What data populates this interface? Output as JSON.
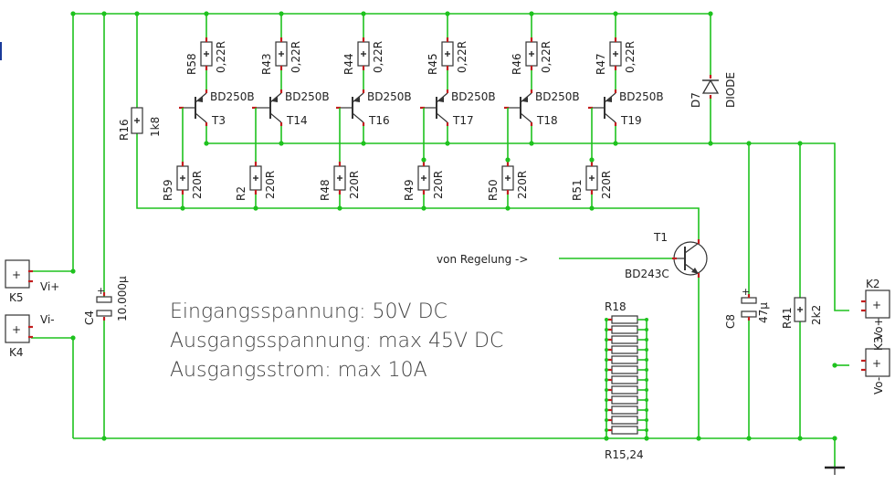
{
  "notes": {
    "line1": "Eingangsspannung: 50V DC",
    "line2": "Ausgangsspannung: max 45V DC",
    "line3": "Ausgangsstrom: max 10A",
    "control_label": "von Regelung ->"
  },
  "shunts": [
    {
      "ref": "R58",
      "value": "0,22R"
    },
    {
      "ref": "R43",
      "value": "0,22R"
    },
    {
      "ref": "R44",
      "value": "0,22R"
    },
    {
      "ref": "R45",
      "value": "0,22R"
    },
    {
      "ref": "R46",
      "value": "0,22R"
    },
    {
      "ref": "R47",
      "value": "0,22R"
    }
  ],
  "transistors": [
    {
      "ref": "T3",
      "type": "BD250B"
    },
    {
      "ref": "T14",
      "type": "BD250B"
    },
    {
      "ref": "T16",
      "type": "BD250B"
    },
    {
      "ref": "T17",
      "type": "BD250B"
    },
    {
      "ref": "T18",
      "type": "BD250B"
    },
    {
      "ref": "T19",
      "type": "BD250B"
    }
  ],
  "base_resistors": [
    {
      "ref": "R59",
      "value": "220R"
    },
    {
      "ref": "R2",
      "value": "220R"
    },
    {
      "ref": "R48",
      "value": "220R"
    },
    {
      "ref": "R49",
      "value": "220R"
    },
    {
      "ref": "R50",
      "value": "220R"
    },
    {
      "ref": "R51",
      "value": "220R"
    }
  ],
  "r16": {
    "ref": "R16",
    "value": "1k8"
  },
  "d7": {
    "ref": "D7",
    "value": "DIODE"
  },
  "t1": {
    "ref": "T1",
    "type": "BD243C"
  },
  "c4": {
    "ref": "C4",
    "value": "10.000µ"
  },
  "c8": {
    "ref": "C8",
    "value": "47µ"
  },
  "r41": {
    "ref": "R41",
    "value": "2k2"
  },
  "r_array": {
    "top": "R18",
    "bottom": "R15,24"
  },
  "connectors": {
    "k5": {
      "ref": "K5",
      "net": "Vi+"
    },
    "k4": {
      "ref": "K4",
      "net": "Vi-"
    },
    "k2": {
      "ref": "K2",
      "net": "Vo+"
    },
    "k3": {
      "ref": "K3",
      "net": "Vo-"
    }
  }
}
